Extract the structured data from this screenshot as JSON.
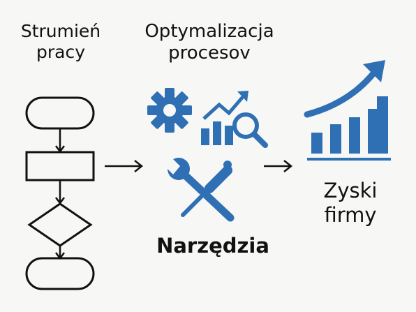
{
  "workflow": {
    "title_line1": "Strumień",
    "title_line2": "pracy"
  },
  "optimization": {
    "title_line1": "Optymalizacja",
    "title_line2": "procesov"
  },
  "tools": {
    "title": "Narzędzia"
  },
  "profit": {
    "title_line1": "Zyski",
    "title_line2": "firmy"
  },
  "icons": {
    "gear": "gear-icon",
    "analytics": "chart-magnifier-icon",
    "tools": "wrench-screwdriver-icon",
    "growth": "growth-bar-chart-icon"
  },
  "colors": {
    "accent": "#2f6fb3",
    "stroke": "#111111",
    "background": "#f7f7f5"
  }
}
